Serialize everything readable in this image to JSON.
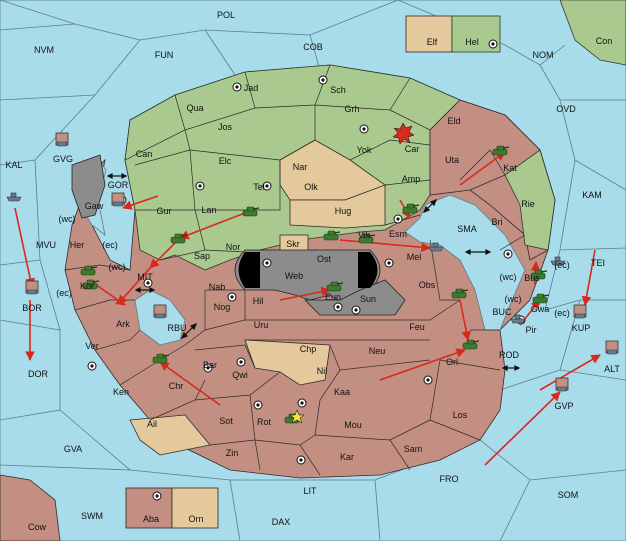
{
  "colors": {
    "sea": "#a8dcea",
    "green_power": "#a9c98e",
    "red_power": "#c48f83",
    "neutral": "#e4c99c",
    "impassable": "#8c8c8c",
    "order_arrow": "#d8291f"
  },
  "sea_labels": [
    "POL",
    "NVM",
    "FUN",
    "COB",
    "NOM",
    "OVD",
    "KAM",
    "KAL",
    "GVG",
    "GOR",
    "MVU",
    "BOR",
    "DOR",
    "GVA",
    "SWM",
    "LIT",
    "DAX",
    "FRO",
    "SOM",
    "ALT",
    "GVP",
    "KUP",
    "TEI",
    "BUC",
    "ROD",
    "SMA",
    "MIT",
    "RBU"
  ],
  "land_labels": [
    "Jad",
    "Sch",
    "Qua",
    "Jos",
    "Grh",
    "Eld",
    "Can",
    "Elc",
    "Nar",
    "Yok",
    "Car",
    "Uta",
    "Kat",
    "Tel",
    "Olk",
    "Amp",
    "Gaw",
    "Gur",
    "Lan",
    "Hug",
    "Rie",
    "Bri",
    "Her",
    "Nor",
    "Esm",
    "Vik",
    "Skr",
    "Ost",
    "Web",
    "Sap",
    "Mel",
    "Obs",
    "Kor",
    "Nab",
    "Eun",
    "Sun",
    "Bus",
    "Gwa",
    "Ark",
    "Hil",
    "Nog",
    "Uru",
    "Feu",
    "Pir",
    "Ver",
    "Chp",
    "Neu",
    "Bar",
    "Qwi",
    "Nil",
    "Orl",
    "Ken",
    "Chr",
    "Kaa",
    "Sot",
    "Rot",
    "Mou",
    "Los",
    "Ail",
    "Zin",
    "Kar",
    "Sam",
    "Aba",
    "Orn",
    "Cow",
    "Con",
    "Elf",
    "Hel"
  ],
  "coast_labels": [
    "(wc)",
    "(ec)",
    "(wc)",
    "(ec)",
    "(wc)",
    "(ec)",
    "(wc)",
    "(ec)"
  ],
  "icons": [
    "army-icon",
    "fleet-icon",
    "supply-center-icon",
    "explosion-icon",
    "star-icon",
    "double-arrow-icon"
  ]
}
